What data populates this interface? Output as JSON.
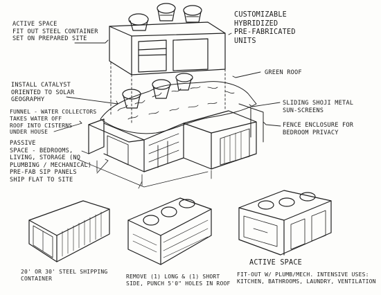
{
  "labels": {
    "active_space": "ACTIVE SPACE\nFIT OUT STEEL CONTAINER\nSET ON PREPARED SITE",
    "title": "CUSTOMIZABLE\nHYBRIDIZED\nPRE-FABRICATED\nUNITS",
    "green_roof": "GREEN ROOF",
    "install_catalyst": "INSTALL CATALYST\nORIENTED TO SOLAR\nGEOGRAPHY",
    "sliding_screens": "SLIDING SHOJI METAL\nSUN-SCREENS",
    "funnel": "FUNNEL - WATER COLLECTORS\nTAKES WATER OFF\nROOF INTO CISTERNS\nUNDER HOUSE",
    "fence": "FENCE ENCLOSURE FOR\nBEDROOM PRIVACY",
    "passive_space": "PASSIVE\nSPACE - BEDROOMS,\nLIVING, STORAGE (NO\nPLUMBING / MECHANICAL)\nPRE-FAB SIP PANELS\nSHIP FLAT TO SITE",
    "shipping_container": "20' OR 30' STEEL SHIPPING\nCONTAINER",
    "remove": "REMOVE (1) LONG & (1) SHORT\nSIDE, PUNCH 5'0\" HOLES IN ROOF",
    "active_space_2": "ACTIVE SPACE",
    "fit_out": "FIT-OUT W/ PLUMB/MECH. INTENSIVE USES:\nKITCHEN, BATHROOMS, LAUNDRY, VENTILATION"
  }
}
